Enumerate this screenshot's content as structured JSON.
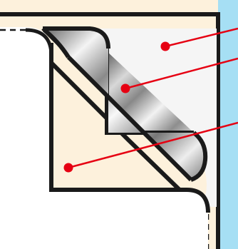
{
  "colors": {
    "sky": "#a6dff4",
    "card_background": "#fdf1dc",
    "sheet_white": "#ffffff",
    "panel_light_gray": "#f5f5f5",
    "outline": "#1a1a1a",
    "metallic_dark": "#5a5a5a",
    "metallic_light": "#f0f0f0",
    "marker_red": "#e60012"
  },
  "callouts": [
    {
      "id": "backing-panel"
    },
    {
      "id": "peeled-metallic-flap"
    },
    {
      "id": "front-sheet"
    }
  ]
}
